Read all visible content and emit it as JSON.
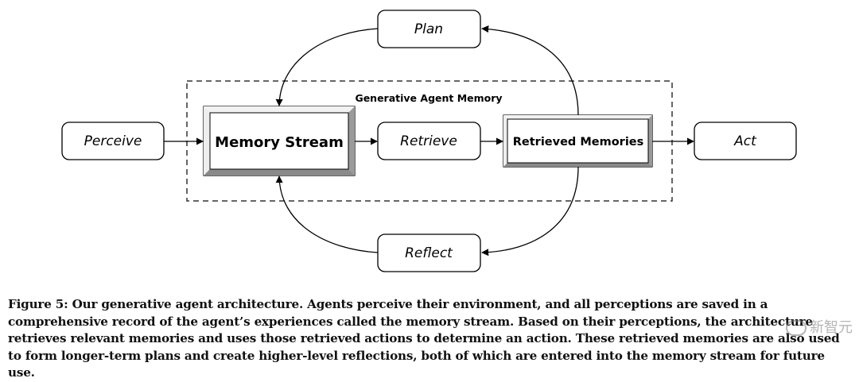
{
  "diagram": {
    "container_title": "Generative Agent Memory",
    "nodes": {
      "perceive": "Perceive",
      "memory_stream": "Memory Stream",
      "retrieve": "Retrieve",
      "retrieved_memories": "Retrieved Memories",
      "act": "Act",
      "plan": "Plan",
      "reflect": "Reflect"
    }
  },
  "caption": "Figure 5: Our generative agent architecture. Agents perceive their environment, and all perceptions are saved in a comprehensive record of the agent’s experiences called the memory stream. Based on their perceptions, the architecture retrieves relevant memories and uses those retrieved actions to determine an action. These retrieved memories are also used to form longer-term plans and create higher-level reflections, both of which are entered into the memory stream for future use.",
  "watermark": "新智元"
}
